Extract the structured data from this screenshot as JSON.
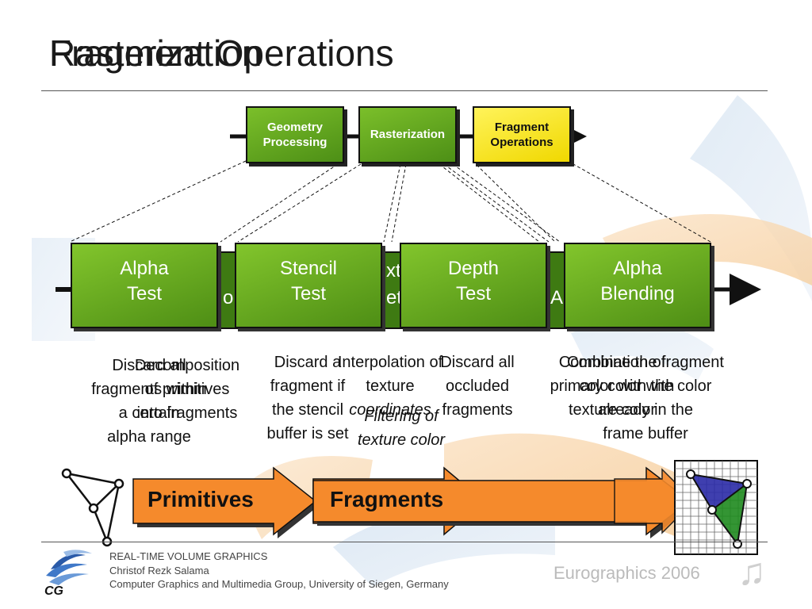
{
  "slide": {
    "titles": [
      "Rasterization",
      "Fragment Operations"
    ]
  },
  "pipeline": {
    "stages": [
      {
        "id": "geometry",
        "label_lines": [
          "Geometry",
          "Processing"
        ],
        "color": "#5a9a1c"
      },
      {
        "id": "rasterization",
        "label_lines": [
          "Rasterization"
        ],
        "color": "#5a9a1c"
      },
      {
        "id": "fragment-ops",
        "label_lines": [
          "Fragment",
          "Operations"
        ],
        "color": "#f5e31a"
      }
    ]
  },
  "operations": [
    {
      "id": "alpha-test",
      "label_lines": [
        "Alpha",
        "Test"
      ]
    },
    {
      "id": "stencil-test",
      "label_lines": [
        "Stencil",
        "Test"
      ]
    },
    {
      "id": "depth-test",
      "label_lines": [
        "Depth",
        "Test"
      ]
    },
    {
      "id": "alpha-blending",
      "label_lines": [
        "Alpha",
        "Blending"
      ]
    }
  ],
  "ghost_fragments": [
    "o",
    "xt",
    "et",
    "A"
  ],
  "descriptions": {
    "alpha_test": [
      "Discard all",
      "fragments within",
      "a certain",
      "alpha range"
    ],
    "decomposition": [
      "Decomposition",
      "of primitives",
      "into fragments"
    ],
    "stencil_test": [
      "Discard a",
      "fragment if",
      "the stencil",
      "buffer is set"
    ],
    "interpolation": [
      "Interpolation of",
      "texture",
      "coordinates"
    ],
    "filtering": [
      "Filtering of",
      "texture color"
    ],
    "depth_test": [
      "Discard all",
      "occluded",
      "fragments"
    ],
    "combination": [
      "Combination of",
      "primary color with",
      "texture color"
    ],
    "alpha_blending": [
      "Combine the fragment",
      "color with the color",
      "already in the",
      "frame buffer"
    ]
  },
  "flow": {
    "primitives_label": "Primitives",
    "fragments_label": "Fragments",
    "arrow_color": "#f58a2c"
  },
  "footer": {
    "lines": [
      "REAL-TIME VOLUME GRAPHICS",
      "Christof Rezk Salama",
      "Computer Graphics and Multimedia Group, University of Siegen, Germany"
    ],
    "event": "Eurographics 2006",
    "logo_text": "CG"
  }
}
